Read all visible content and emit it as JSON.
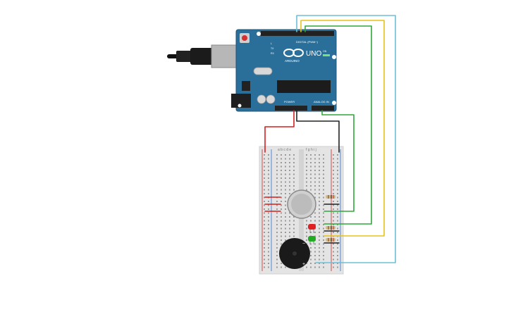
{
  "board": {
    "uno_label": "UNO",
    "arduino_label": "ARDUINO",
    "digital_label": "DIGITAL (PWM~)",
    "power_label": "POWER",
    "analog_label": "ANALOG IN",
    "tx_label": "TX",
    "rx_label": "RX",
    "l_label": "L",
    "on_label": "ON"
  },
  "breadboard": {
    "column_letters_left": "a b c d e",
    "column_letters_right": "f g h i j"
  },
  "buzzer": {
    "minus_label": "−",
    "plus_label": "+"
  },
  "colors": {
    "board_blue": "#2a6f9a",
    "wire_red": "#d42020",
    "wire_black": "#222222",
    "wire_green": "#2fa83a",
    "wire_yellow": "#e8c21a",
    "wire_cyan": "#6cc0d8",
    "led_red": "#e02020",
    "led_green": "#22aa22"
  }
}
